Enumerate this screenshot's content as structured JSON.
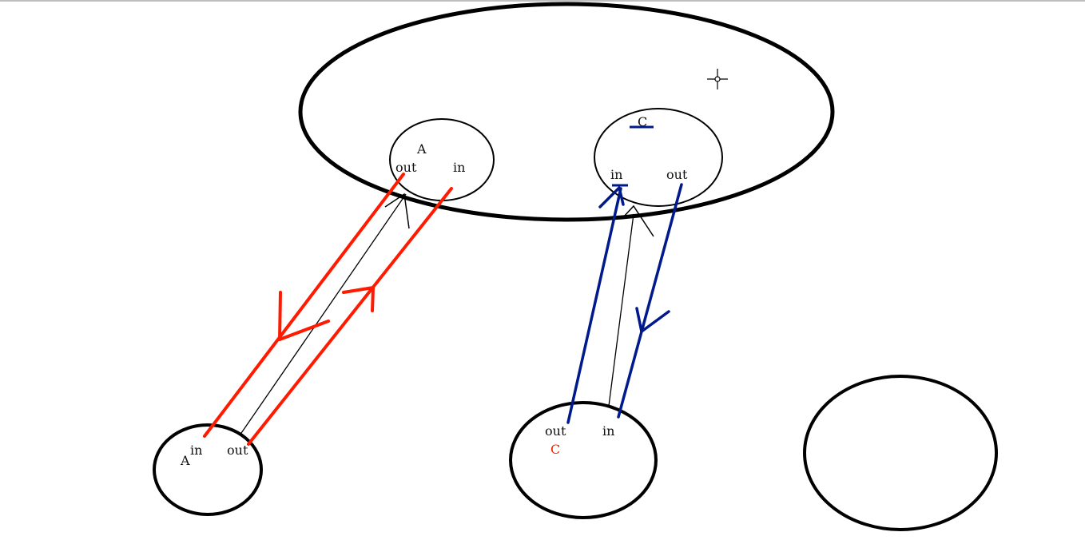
{
  "colors": {
    "background": "#ffffff",
    "outline": "#000000",
    "red_path": "#ff1a00",
    "blue_path": "#001a8c",
    "red_label": "#ff2200",
    "blue_mark": "#001a8c"
  },
  "labels": {
    "top_left_node": "A",
    "top_left_out": "out",
    "top_left_in": "in",
    "top_right_node": "C",
    "top_right_in": "in",
    "top_right_out": "out",
    "bottom_left_node": "A",
    "bottom_left_in": "in",
    "bottom_left_out": "out",
    "bottom_mid_out": "out",
    "bottom_mid_in": "in",
    "bottom_mid_node": "C"
  },
  "icons": {
    "cursor": "crosshair-cursor-icon"
  }
}
